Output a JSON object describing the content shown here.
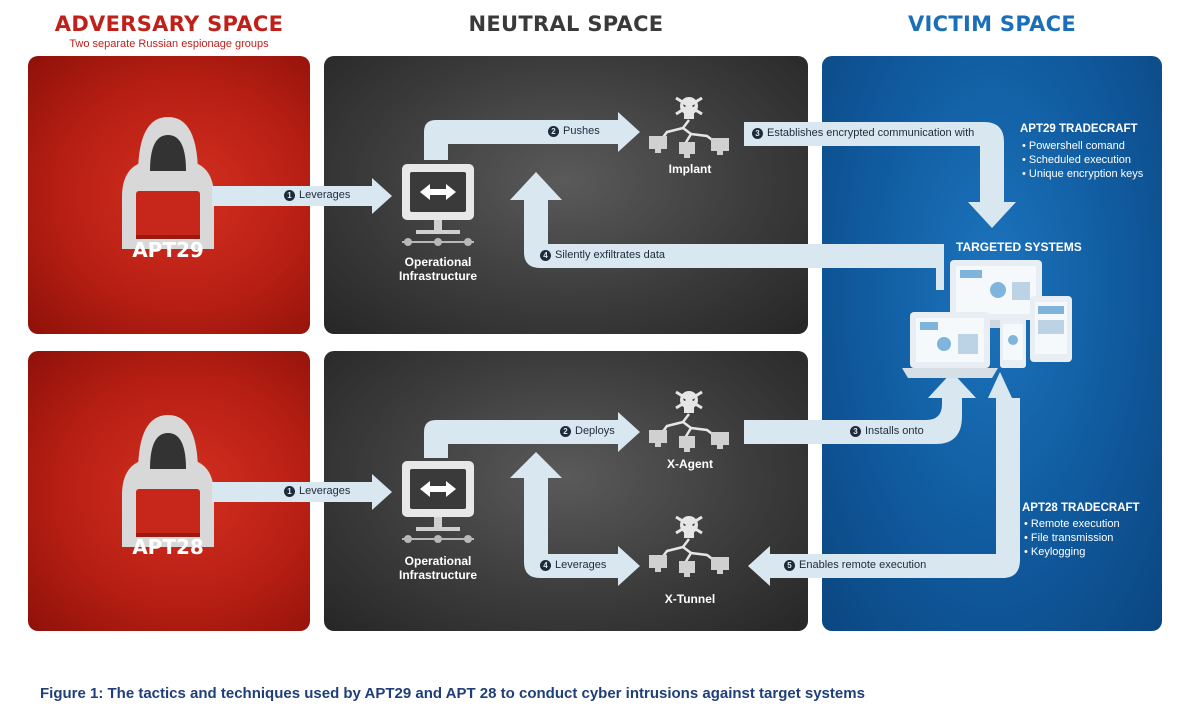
{
  "headers": {
    "adversary": "ADVERSARY SPACE",
    "adversary_sub": "Two separate Russian espionage groups",
    "neutral": "NEUTRAL SPACE",
    "victim": "VICTIM SPACE"
  },
  "colors": {
    "adversary": "#c0201a",
    "neutral": "#3a3a3a",
    "victim": "#0f5a9e",
    "arrow": "#d9e7f1",
    "caption": "#1f3f7a"
  },
  "top": {
    "actor": "APT29",
    "infra_line1": "Operational",
    "infra_line2": "Infrastructure",
    "tool": "Implant",
    "steps": [
      {
        "num": "1",
        "text": "Leverages"
      },
      {
        "num": "2",
        "text": "Pushes"
      },
      {
        "num": "3",
        "text": "Establishes encrypted communication with"
      },
      {
        "num": "4",
        "text": "Silently exfiltrates data"
      }
    ]
  },
  "bottom": {
    "actor": "APT28",
    "infra_line1": "Operational",
    "infra_line2": "Infrastructure",
    "tool1": "X-Agent",
    "tool2": "X-Tunnel",
    "steps": [
      {
        "num": "1",
        "text": "Leverages"
      },
      {
        "num": "2",
        "text": "Deploys"
      },
      {
        "num": "3",
        "text": "Installs onto"
      },
      {
        "num": "4",
        "text": "Leverages"
      },
      {
        "num": "5",
        "text": "Enables remote execution"
      }
    ]
  },
  "victim": {
    "targeted": "TARGETED SYSTEMS",
    "apt29_title": "APT29 TRADECRAFT",
    "apt29_items": [
      "• Powershell comand",
      "• Scheduled execution",
      "• Unique encryption keys"
    ],
    "apt28_title": "APT28 TRADECRAFT",
    "apt28_items": [
      "• Remote execution",
      "• File transmission",
      "• Keylogging"
    ]
  },
  "caption": "Figure 1: The tactics and techniques used by APT29 and APT 28 to conduct cyber intrusions against target systems"
}
